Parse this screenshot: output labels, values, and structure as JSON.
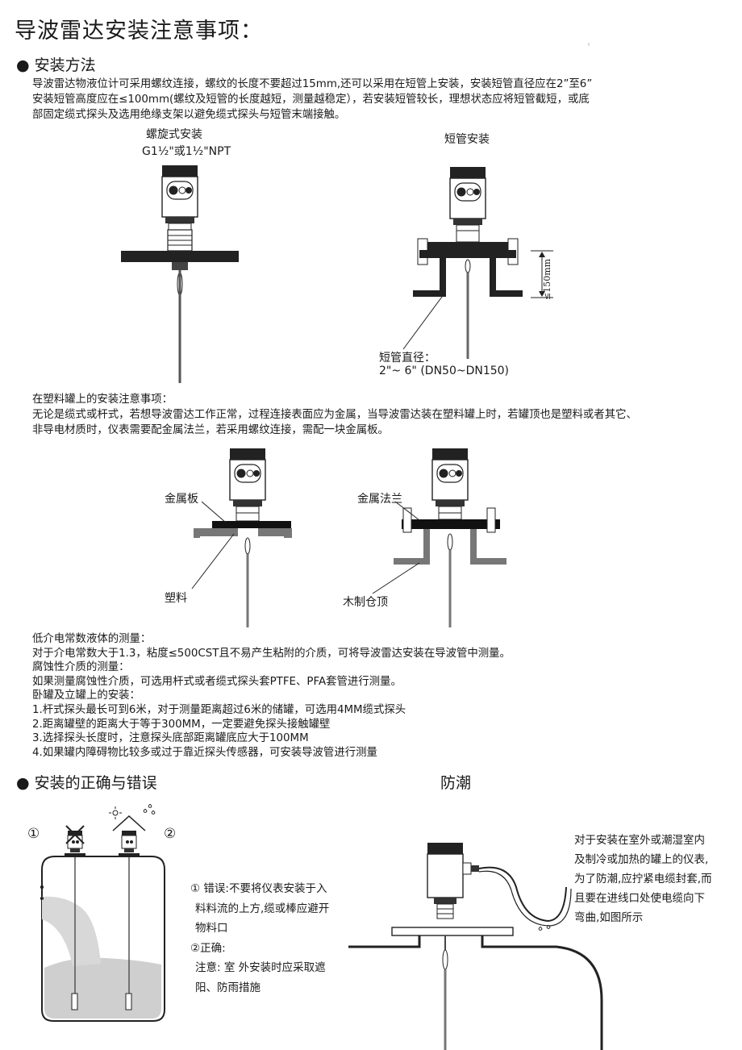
{
  "title": "导波雷达安装注意事项：",
  "install_method": {
    "heading": "安装方法",
    "lines": [
      "导波雷达物液位计可采用螺纹连接，螺纹的长度不要超过15mm,还可以采用在短管上安装，安装短管直径应在2”至6”",
      "安装短管高度应在≤100mm(螺纹及短管的长度越短，测量越稳定），若安装短管较长，理想状态应将短管截短，或底",
      "部固定缆式探头及选用绝缘支架以避免缆式探头与短管末端接触。"
    ],
    "thread_caption_1": "螺旋式安装",
    "thread_caption_2": "G1½\"或1½\"NPT",
    "nozzle_caption": "短管安装",
    "nozzle_height": "≤150mm",
    "nozzle_dia_1": "短管直径：",
    "nozzle_dia_2": "2\"~ 6\" (DN50~DN150)"
  },
  "plastic_tank": {
    "lines": [
      "在塑料罐上的安装注意事项：",
      "无论是缆式或杆式，若想导波雷达工作正常，过程连接表面应为金属，当导波雷达装在塑料罐上时，若罐顶也是塑料或者其它、",
      "非导电材质时，仪表需要配金属法兰，若采用螺纹连接，需配一块金属板。"
    ],
    "metal_plate": "金属板",
    "plastic": "塑料",
    "metal_flange": "金属法兰",
    "wood_roof": "木制仓顶"
  },
  "notes": {
    "lines": [
      "低介电常数液体的测量：",
      "对于介电常数大于1.3，粘度≤500CST且不易产生粘附的介质，可将导波雷达安装在导波管中测量。",
      "腐蚀性介质的测量：",
      "如果测量腐蚀性介质，可选用杆式或者缆式探头套PTFE、PFA套管进行测量。",
      "卧罐及立罐上的安装：",
      "1.杆式探头最长可到6米，对于测量距离超过6米的储罐，可选用4MM缆式探头",
      "2.距离罐壁的距离大于等于300MM，一定要避免探头接触罐壁",
      "3.选择探头长度时，注意探头底部距离罐底应大于100MM",
      "4.如果罐内障碍物比较多或过于靠近探头传感器，可安装导波管进行测量"
    ]
  },
  "right_wrong": {
    "heading": "安装的正确与错误",
    "marker_1": "①",
    "marker_2": "②",
    "text_lines": [
      "① 错误:不要将仪表安装于入",
      "料料流的上方,缆或棒应避开",
      "物料口",
      "②正确:",
      "注意: 室  外安装时应采取遮",
      "阳、防雨措施"
    ]
  },
  "moisture": {
    "heading": "防潮",
    "text_lines": [
      "对于安装在室外或潮湿室内",
      "及制冷或加热的罐上的仪表,",
      "为了防潮,应拧紧电缆封套,而",
      "且要在进线口处使电缆向下",
      "弯曲,如图所示"
    ]
  }
}
